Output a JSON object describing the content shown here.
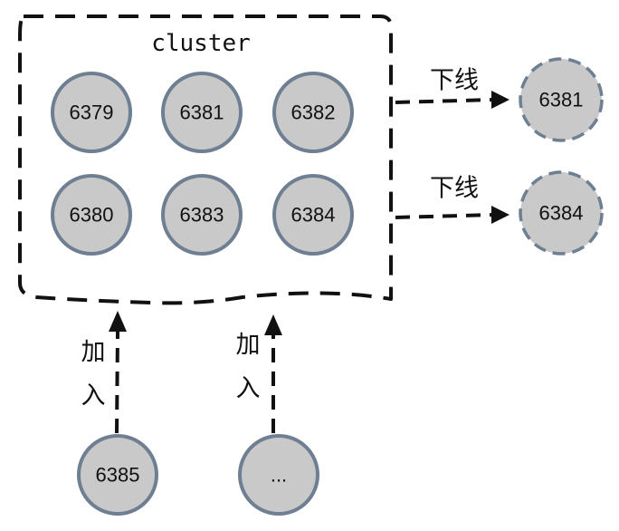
{
  "cluster": {
    "title": "cluster",
    "nodes": [
      "6379",
      "6381",
      "6382",
      "6380",
      "6383",
      "6384"
    ]
  },
  "offline": {
    "label": "下线",
    "nodes": [
      "6381",
      "6384"
    ]
  },
  "joining": {
    "label_chars": [
      "加",
      "入"
    ],
    "nodes": [
      "6385",
      "..."
    ]
  },
  "colors": {
    "node_fill": "#c9c9c9",
    "node_stroke": "#6f7f92",
    "line": "#111111"
  }
}
